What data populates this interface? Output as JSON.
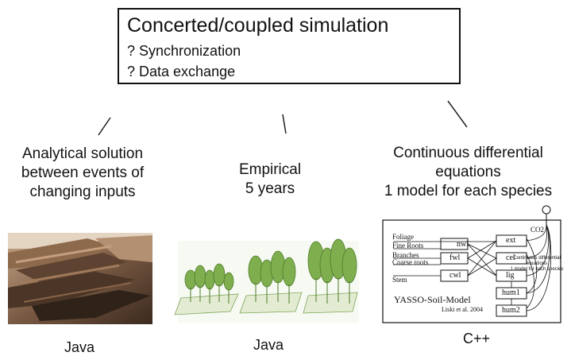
{
  "top_box": {
    "title": "Concerted/coupled simulation",
    "items": [
      "? Synchronization",
      "? Data exchange"
    ]
  },
  "columns": [
    {
      "lines": [
        "Analytical solution",
        "between events of",
        "changing inputs"
      ],
      "language": "Java"
    },
    {
      "lines": [
        "Empirical",
        "5 years"
      ],
      "language": "Java"
    },
    {
      "lines": [
        "Continuous differential",
        "equations",
        "1 model for each species"
      ],
      "language": "C++"
    }
  ],
  "soil_model": {
    "title": "YASSO-Soil-Model",
    "citation": "Liski et al. 2004",
    "inputs": [
      "Foliage",
      "Fine Roots",
      "Branches",
      "Coarse roots",
      "Stem"
    ],
    "litter_boxes": [
      "nwl",
      "fwl",
      "cwl"
    ],
    "pool_boxes": [
      "ext",
      "cel",
      "lig",
      "hum1",
      "hum2"
    ],
    "co2_label": "CO2",
    "overlay_text": [
      "Continuous differential",
      "equations",
      "1 model for each species"
    ]
  }
}
